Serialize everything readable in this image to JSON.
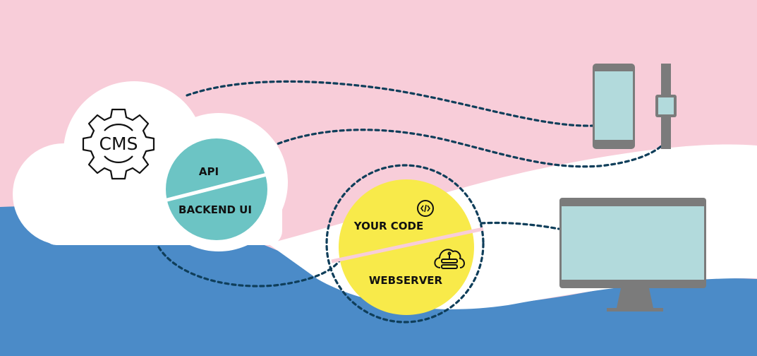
{
  "cms": {
    "label": "CMS"
  },
  "backend": {
    "top_label": "API",
    "bottom_label": "BACKEND UI"
  },
  "app": {
    "top_label": "YOUR CODE",
    "bottom_label": "WEBSERVER"
  },
  "icons": [
    "gear-icon",
    "code-icon",
    "cloud-server-icon",
    "smartphone-icon",
    "smartwatch-icon",
    "desktop-monitor-icon"
  ],
  "colors": {
    "background": "#f8cdd9",
    "water": "#4b8bc8",
    "teal": "#6cc4c4",
    "yellow": "#f8ea4a",
    "connector": "#0f3e5a",
    "device": "#7b7b7b",
    "screen": "#b2dadc"
  }
}
